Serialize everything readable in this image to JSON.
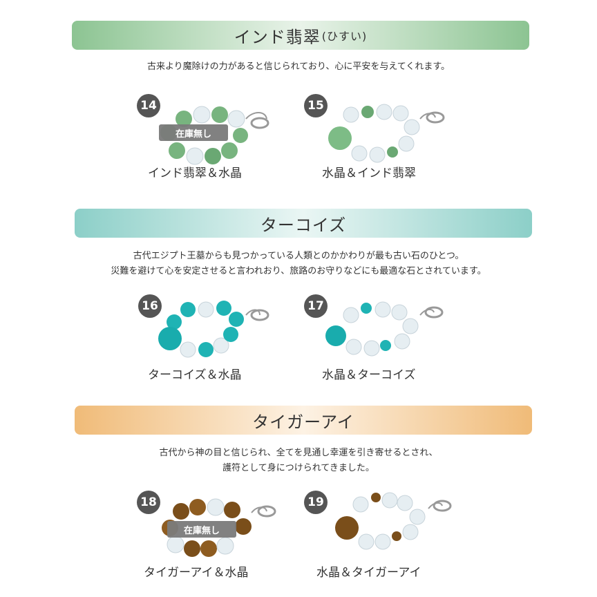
{
  "sections": [
    {
      "title": "インド翡翠",
      "title_sub": "(ひすい)",
      "description": [
        "古来より魔除けの力があると信じられており、心に平安を与えてくれます。"
      ],
      "items": [
        {
          "number": "14",
          "name": "インド翡翠＆水晶",
          "out_of_stock": "在庫無し"
        },
        {
          "number": "15",
          "name": "水晶＆インド翡翠"
        }
      ]
    },
    {
      "title": "ターコイズ",
      "description": [
        "古代エジプト王墓からも見つかっている人類とのかかわりが最も古い石のひとつ。",
        "災難を避けて心を安定させると言われおり、旅路のお守りなどにも最適な石とされています。"
      ],
      "items": [
        {
          "number": "16",
          "name": "ターコイズ＆水晶"
        },
        {
          "number": "17",
          "name": "水晶＆ターコイズ"
        }
      ]
    },
    {
      "title": "タイガーアイ",
      "description": [
        "古代から神の目と信じられ、全てを見通し幸運を引き寄せるとされ、",
        "護符として身につけられてきました。"
      ],
      "items": [
        {
          "number": "18",
          "name": "タイガーアイ＆水晶",
          "out_of_stock": "在庫無し"
        },
        {
          "number": "19",
          "name": "水晶＆タイガーアイ"
        }
      ]
    }
  ],
  "colors": {
    "jade": "#6fae79",
    "turquoise": "#1fb3b4",
    "tiger_eye": "#7a4e1a",
    "crystal": "#e8eef2",
    "badge": "#555555"
  }
}
